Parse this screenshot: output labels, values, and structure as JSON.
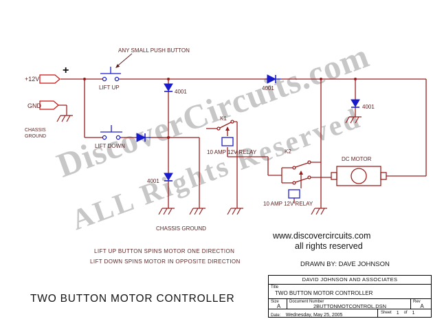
{
  "colors": {
    "wire": "#9b1c1c",
    "component": "#1a1acd"
  },
  "schematic": {
    "labels": {
      "supply_pos": "+12V",
      "plus": "+",
      "gnd": "GND",
      "chassis_line1": "CHASSIS",
      "chassis_line2": "GROUND",
      "push_button_note": "ANY SMALL PUSH BUTTON",
      "lift_up": "LIFT UP",
      "lift_down": "LIFT DOWN",
      "diode1": "4001",
      "diode2": "4001",
      "diode3": "4001",
      "diode4": "4001",
      "k1": "K1",
      "relay1": "10 AMP 12V RELAY",
      "k2": "K2",
      "relay2": "10 AMP 12V RELAY",
      "dc_motor": "DC MOTOR",
      "chassis_ground": "CHASSIS GROUND"
    },
    "notes": [
      "LIFT UP BUTTON SPINS MOTOR ONE DIRECTION",
      "LIFT DOWN SPINS MOTOR IN OPPOSITE DIRECTION"
    ]
  },
  "watermark": {
    "line1": "DiscoverCircuits.com",
    "line2": "ALL Rights Reserved"
  },
  "footer": {
    "site": "www.discovercircuits.com",
    "rights": "all rights reserved",
    "drawn_by": "DRAWN BY: DAVE JOHNSON",
    "title": "TWO BUTTON MOTOR CONTROLLER"
  },
  "title_block": {
    "company": "DAVID JOHNSON AND ASSOCIATES",
    "title_label": "Title",
    "title": "TWO BUTTON MOTOR CONTROLLER",
    "size_label": "Size",
    "size": "A",
    "doc_label": "Document Number",
    "doc": "2BUTTONMOTCONTROL.DSN",
    "rev_label": "Rev",
    "rev": "A",
    "date_label": "Date:",
    "date": "Wednesday, May 25, 2005",
    "sheet_label": "Sheet",
    "sheet_no": "1",
    "of_label": "of",
    "of_total": "1"
  }
}
